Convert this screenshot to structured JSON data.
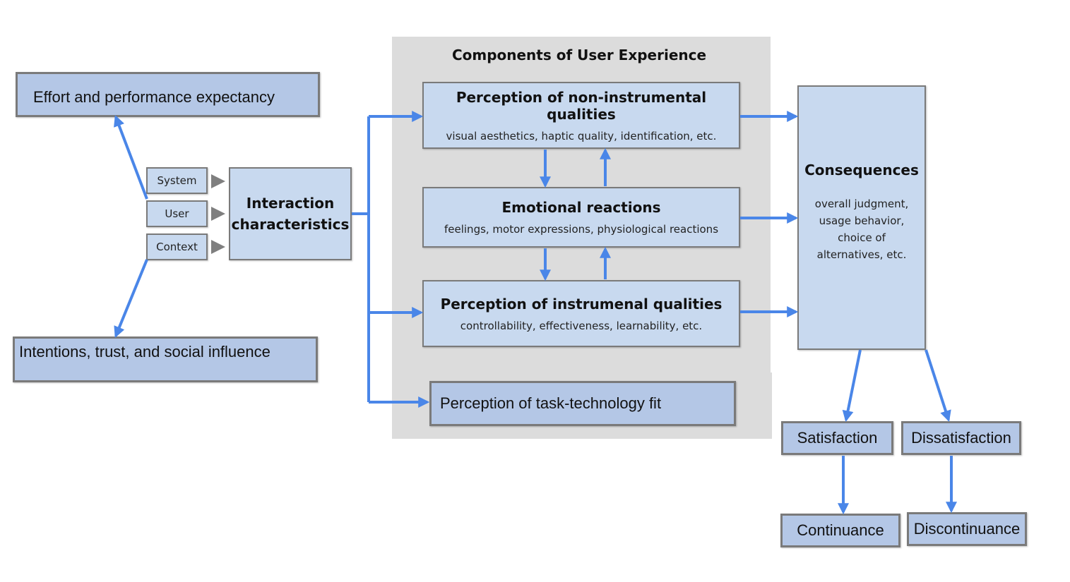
{
  "components_title": "Components of User Experience",
  "left": {
    "effort_box": "Effort and performance expectancy",
    "intentions_box": "Intentions, trust, and social influence",
    "inputs": [
      "System",
      "User",
      "Context"
    ],
    "interaction_line1": "Interaction",
    "interaction_line2": "characteristics"
  },
  "ux": {
    "non_instrumental_title": "Perception of non-instrumental qualities",
    "non_instrumental_sub": "visual aesthetics, haptic quality, identification, etc.",
    "emotional_title": "Emotional reactions",
    "emotional_sub": "feelings, motor expressions, physiological reactions",
    "instrumental_title": "Perception of instrumenal qualities",
    "instrumental_sub": "controllability, effectiveness, learnability, etc."
  },
  "task_fit": "Perception of task-technology fit",
  "consequences": {
    "title": "Consequences",
    "lines": [
      "overall judgment,",
      "usage behavior,",
      "choice of",
      "alternatives, etc."
    ]
  },
  "outcomes": {
    "satisfaction": "Satisfaction",
    "dissatisfaction": "Dissatisfaction",
    "continuance": "Continuance",
    "discontinuance": "Discontinuance"
  },
  "colors": {
    "arrow": "#4a86e8",
    "box_fill": "#c8d9ef",
    "box_fill_dark": "#b4c7e6",
    "panel": "#dcdcdc",
    "border": "#7a7a7a"
  }
}
